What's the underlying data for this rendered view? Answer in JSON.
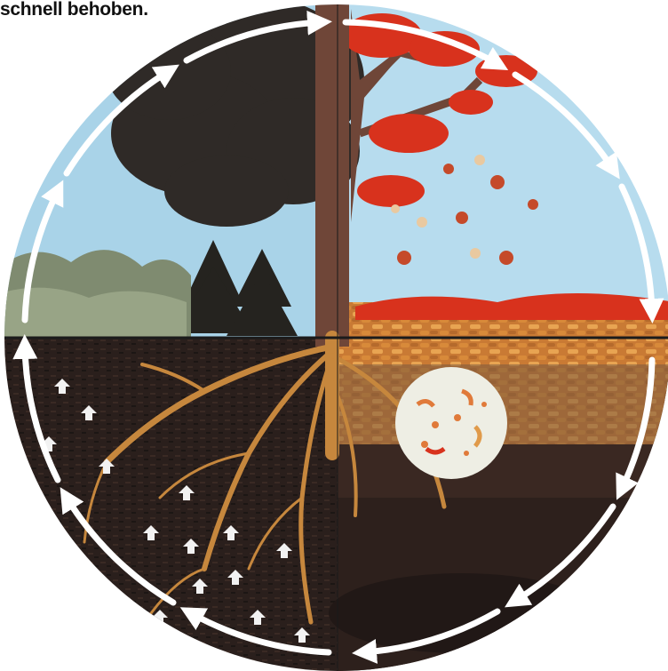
{
  "caption": "schnell behoben.",
  "colors": {
    "sky": "#a9d3e8",
    "tree_foliage": "#2f2a27",
    "trunk": "#6f4638",
    "autumn_leaves": "#d8321d",
    "leaf_litter": "#e29b45",
    "soil_dark": "#241b18",
    "soil_brown": "#46302a",
    "roots": "#c6873d",
    "arrow_ring": "#ffffff",
    "grass": "#7f8b70"
  },
  "icons": [
    "circular-cycle-arrows",
    "nutrient-arrow-icon",
    "microorganism-circle"
  ]
}
